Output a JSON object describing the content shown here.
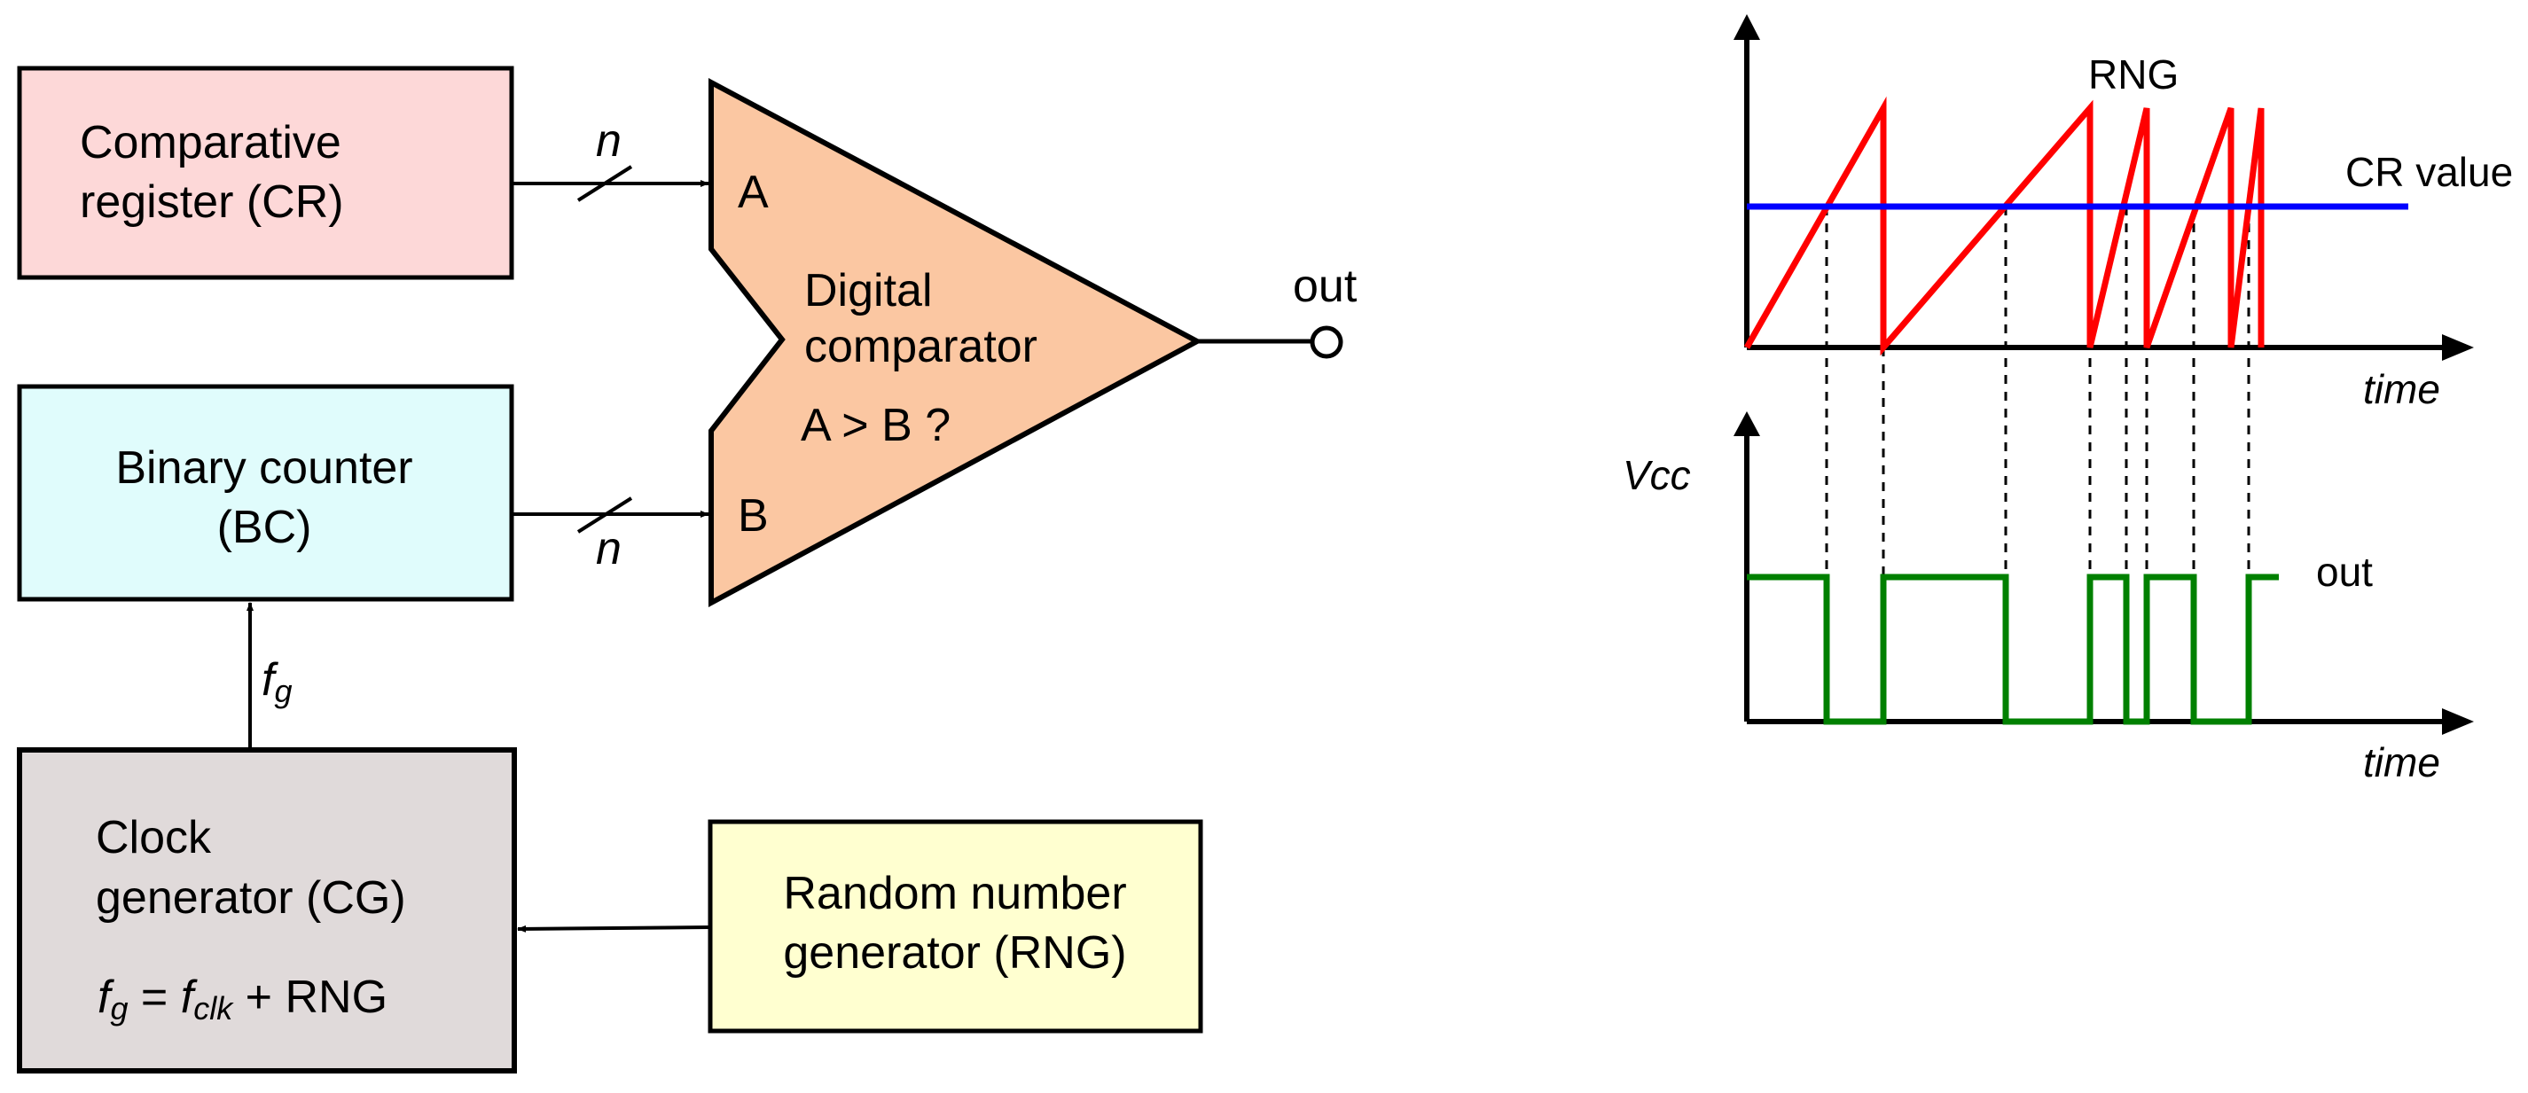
{
  "blocks": {
    "cr": {
      "line1": "Comparative",
      "line2": "register (CR)",
      "fill": "#fdd8d8"
    },
    "bc": {
      "line1": "Binary counter",
      "line2": "(BC)",
      "fill": "#e0fcfc"
    },
    "cg": {
      "line1": "Clock",
      "line2": "generator (CG)",
      "f_g": "f",
      "f_g_sub": "g",
      "eq": " = ",
      "f_clk": "f",
      "f_clk_sub": "clk",
      "plus_rng": " + RNG",
      "fill": "#e0dada"
    },
    "rng": {
      "line1": "Random number",
      "line2": "generator (RNG)",
      "fill": "#ffffd0"
    }
  },
  "comparator": {
    "line1": "Digital",
    "line2": "comparator",
    "line3": "A > B ?",
    "input_a": "A",
    "input_b": "B",
    "output": "out",
    "fill": "#fbc7a2"
  },
  "signals": {
    "bus_top_width": "n",
    "bus_bottom_width": "n",
    "clock_label": "f",
    "clock_label_sub": "g"
  },
  "timing": {
    "top_label": "RNG",
    "cr_label": "CR value",
    "top_axis": "time",
    "bottom_y_label": "Vcc",
    "bottom_trace": "out",
    "bottom_axis": "time",
    "colors": {
      "ramp": "#ff0000",
      "cr": "#0000ff",
      "out": "#008000"
    }
  }
}
